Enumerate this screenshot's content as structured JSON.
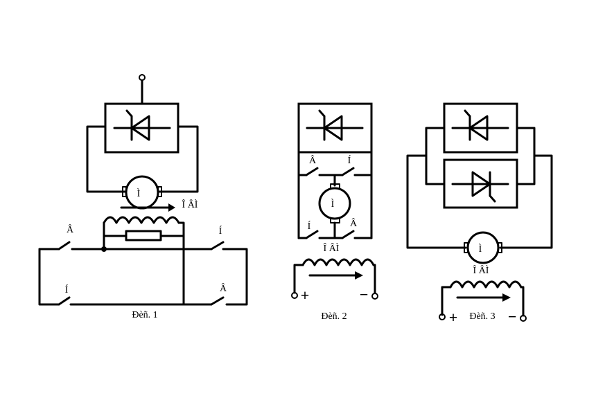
{
  "figures": [
    {
      "caption": "Đèñ. 1",
      "motor_label": "Ì",
      "field_label": "Î ÂÌ",
      "switch_labels": [
        "Â",
        "Í",
        "Í",
        "Â"
      ]
    },
    {
      "caption": "Đèñ. 2",
      "motor_label": "Ì",
      "field_label": "Î ÂÌ",
      "switch_labels": [
        "Â",
        "Í",
        "Í",
        "Â"
      ],
      "plus": "+",
      "minus": "−"
    },
    {
      "caption": "Đèñ. 3",
      "motor_label": "Ì",
      "field_label": "Î ÂÌ",
      "plus": "+",
      "minus": "−"
    }
  ]
}
